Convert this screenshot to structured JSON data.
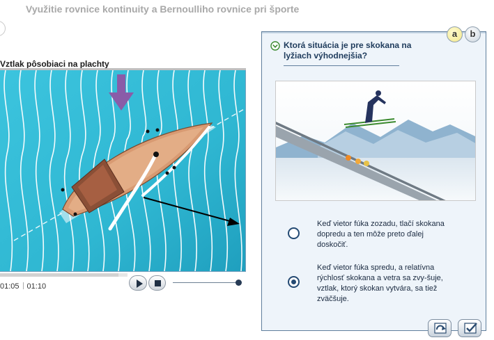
{
  "header": {
    "title": "Využitie rovnice kontinuity a Bernoulliho rovnice pri športe"
  },
  "video": {
    "heading": "Vztlak pôsobiaci na plachty",
    "current_time": "01:05",
    "total_time": "01:10",
    "progress": 0.93,
    "volume": 0.9
  },
  "panel": {
    "tabs": [
      {
        "label": "a",
        "active": true
      },
      {
        "label": "b",
        "active": false
      }
    ],
    "question": "Ktorá situácia je pre skokana na lyžiach výhodnejšia?",
    "answers": [
      {
        "text": "Keď vietor fúka zozadu, tlačí skokana dopredu a ten môže preto ďalej doskočiť.",
        "selected": false
      },
      {
        "text": "Keď vietor fúka spredu, a relatívna rýchlosť skokana a vetra sa zvy-šuje, vztlak, ktorý skokan vytvára, sa tiež zväčšuje.",
        "selected": true
      }
    ]
  },
  "colors": {
    "water": "#34bcd6",
    "boat": "#d89a72",
    "arrow_down": "#8a5ca8",
    "panel_border": "#5f7e9c",
    "accent_text": "#1e3b5c"
  },
  "icons": {
    "question": "chevron-down-circle-icon",
    "play": "play-icon",
    "stop": "stop-icon",
    "reset": "reset-icon",
    "check": "check-icon"
  }
}
